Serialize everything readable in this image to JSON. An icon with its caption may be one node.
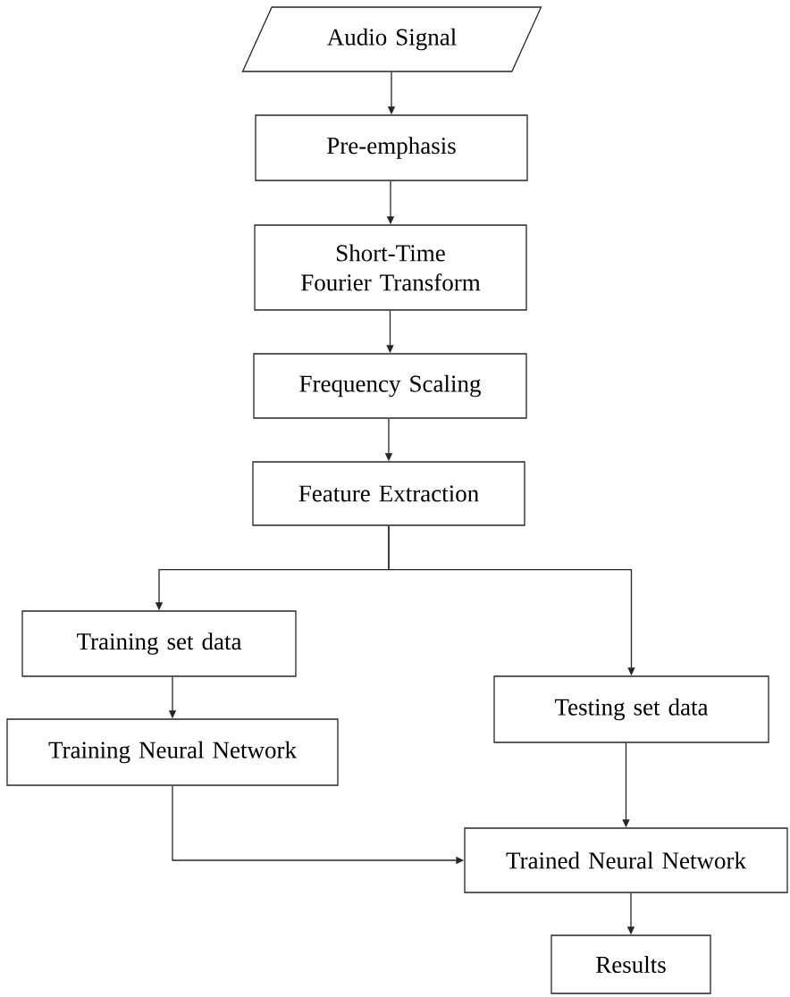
{
  "diagram": {
    "nodes": [
      {
        "text": [
          "Audio Signal"
        ]
      },
      {
        "text": [
          "Pre-emphasis"
        ]
      },
      {
        "text": [
          "Short-Time Fourier Transform"
        ]
      },
      {
        "text": [
          "Frequency Scaling"
        ]
      },
      {
        "text": [
          "Feature Extraction"
        ]
      },
      {
        "text": [
          "Training set data"
        ]
      },
      {
        "text": [
          "Training Neural Network"
        ]
      },
      {
        "text": [
          "Testing set data"
        ]
      },
      {
        "text": [
          "Trained Neural Network"
        ]
      },
      {
        "text": [
          "Results"
        ]
      }
    ],
    "edges": [
      {
        "from": 0,
        "to": 1,
        "arrow": "to"
      },
      {
        "from": 1,
        "to": 2,
        "arrow": "to"
      },
      {
        "from": 2,
        "to": 3,
        "arrow": "to"
      },
      {
        "from": 3,
        "to": 4,
        "arrow": "to"
      },
      {
        "from": 4,
        "to": 5,
        "arrow": "to"
      },
      {
        "from": 4,
        "to": 7,
        "arrow": "to"
      },
      {
        "from": 5,
        "to": 6,
        "arrow": "to"
      },
      {
        "from": 6,
        "to": 8,
        "arrow": "to"
      },
      {
        "from": 7,
        "to": 8,
        "arrow": "to"
      },
      {
        "from": 8,
        "to": 9,
        "arrow": "to"
      }
    ]
  }
}
